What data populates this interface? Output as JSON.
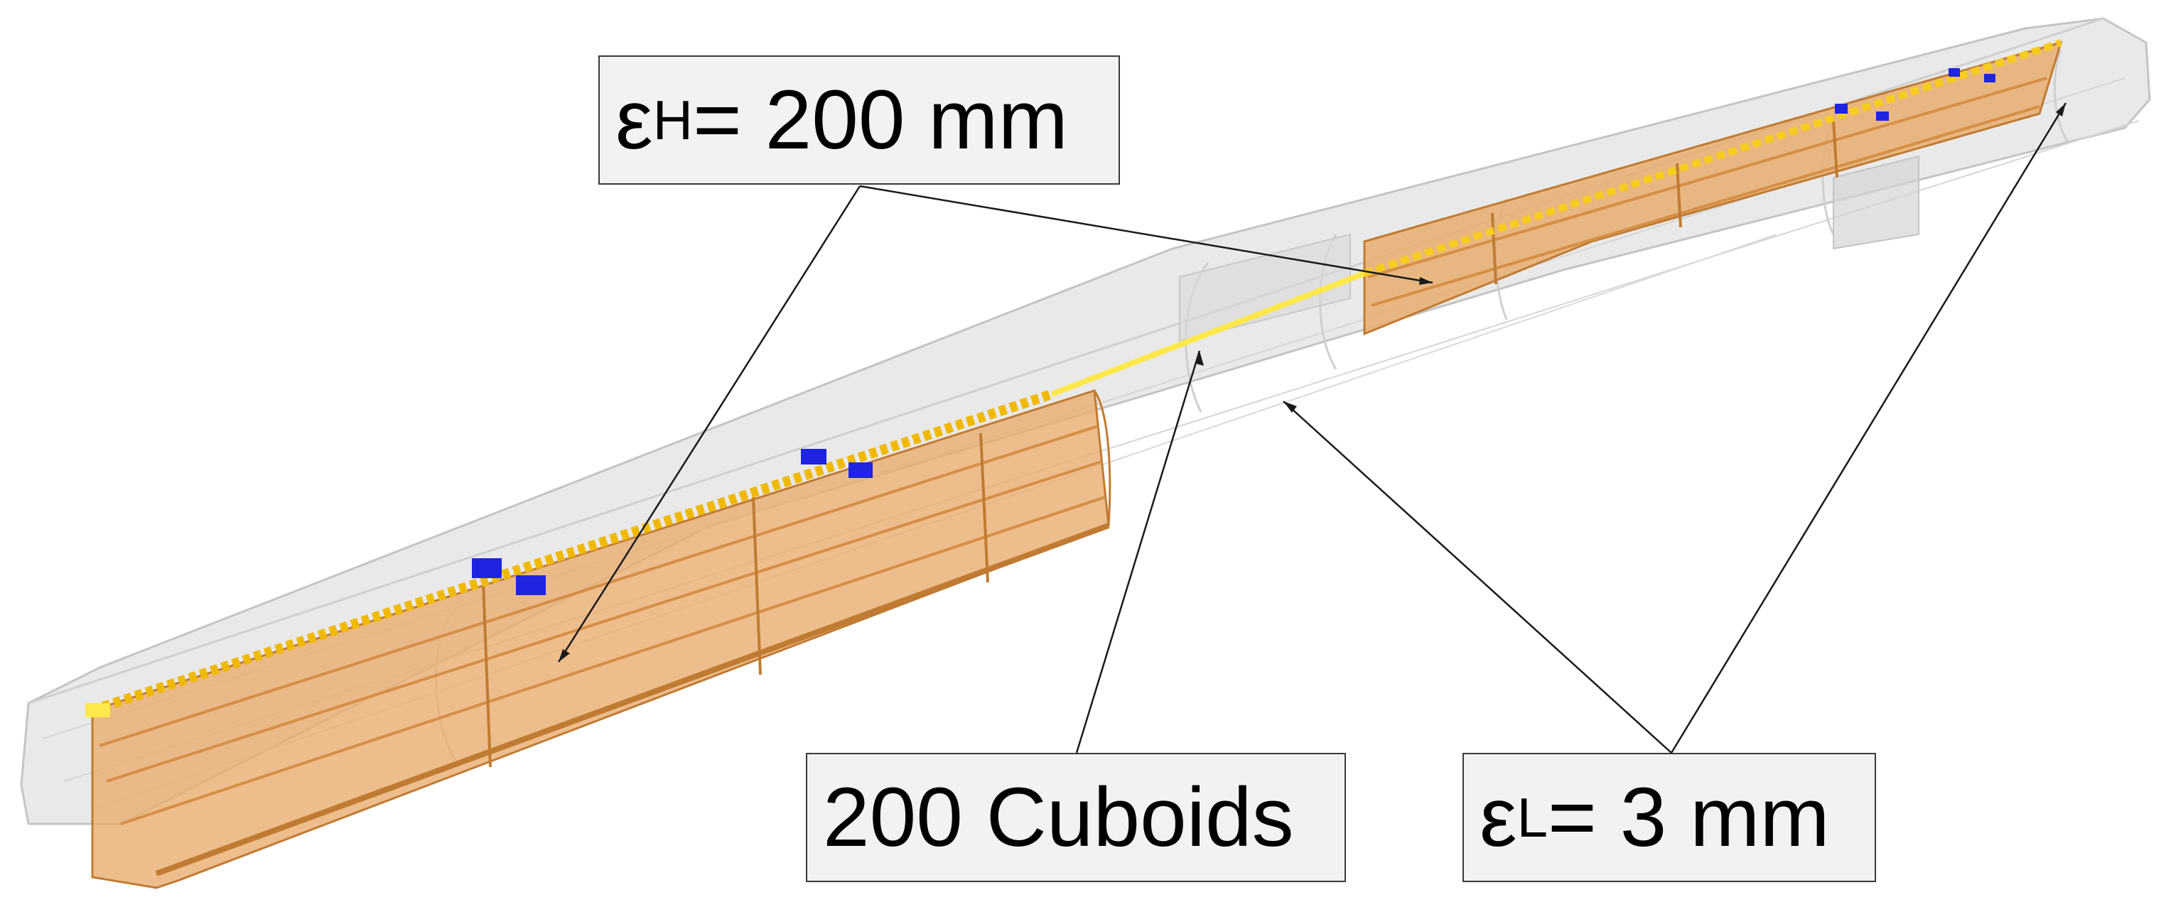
{
  "labels": {
    "eps_high": {
      "symbol": "ε",
      "subscript": "H",
      "value": "= 200 mm"
    },
    "cuboids": {
      "text": "200 Cuboids"
    },
    "eps_low": {
      "symbol": "ε",
      "subscript": "L",
      "value": "= 3 mm"
    }
  },
  "colors": {
    "tunnel_fill": "#e2e2e2",
    "tunnel_edge": "#c4c4c4",
    "shelf_fill": "#e8ad6f",
    "shelf_edge": "#c07b32",
    "track": "#f0b800",
    "track_bright": "#ffe84a",
    "cuboid": "#1e24e0",
    "leader_line": "#1a1a1a"
  }
}
